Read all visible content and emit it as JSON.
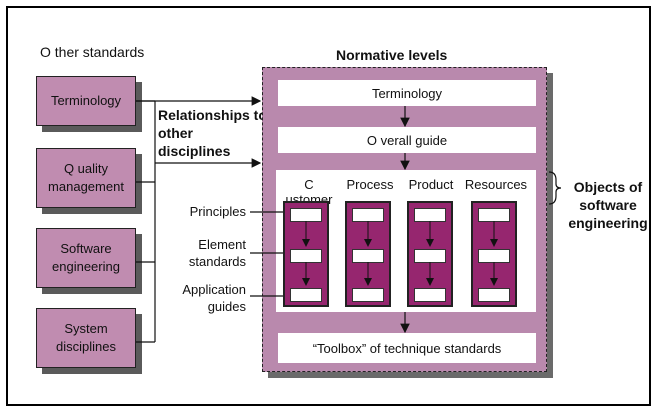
{
  "other_standards": {
    "heading": "O ther standards",
    "boxes": [
      {
        "label": "Terminology"
      },
      {
        "label": "Q uality management"
      },
      {
        "label": "Software engineering"
      },
      {
        "label": "System disciplines"
      }
    ]
  },
  "relationships_label": "Relationships to other disciplines",
  "normative": {
    "title": "Normative levels",
    "terminology": "Terminology",
    "overall_guide": "O verall guide",
    "columns": [
      "C ustomer",
      "Process",
      "Product",
      "Resources"
    ],
    "toolbox": "“Toolbox” of technique standards"
  },
  "row_labels": {
    "principles": "Principles",
    "element_standards": "Element standards",
    "application_guides": "Application guides"
  },
  "objects_label": "Objects of software engineering",
  "colors": {
    "box_fill": "#c08cb0",
    "outer_fill": "#b989ad",
    "column_fill": "#96266f"
  }
}
